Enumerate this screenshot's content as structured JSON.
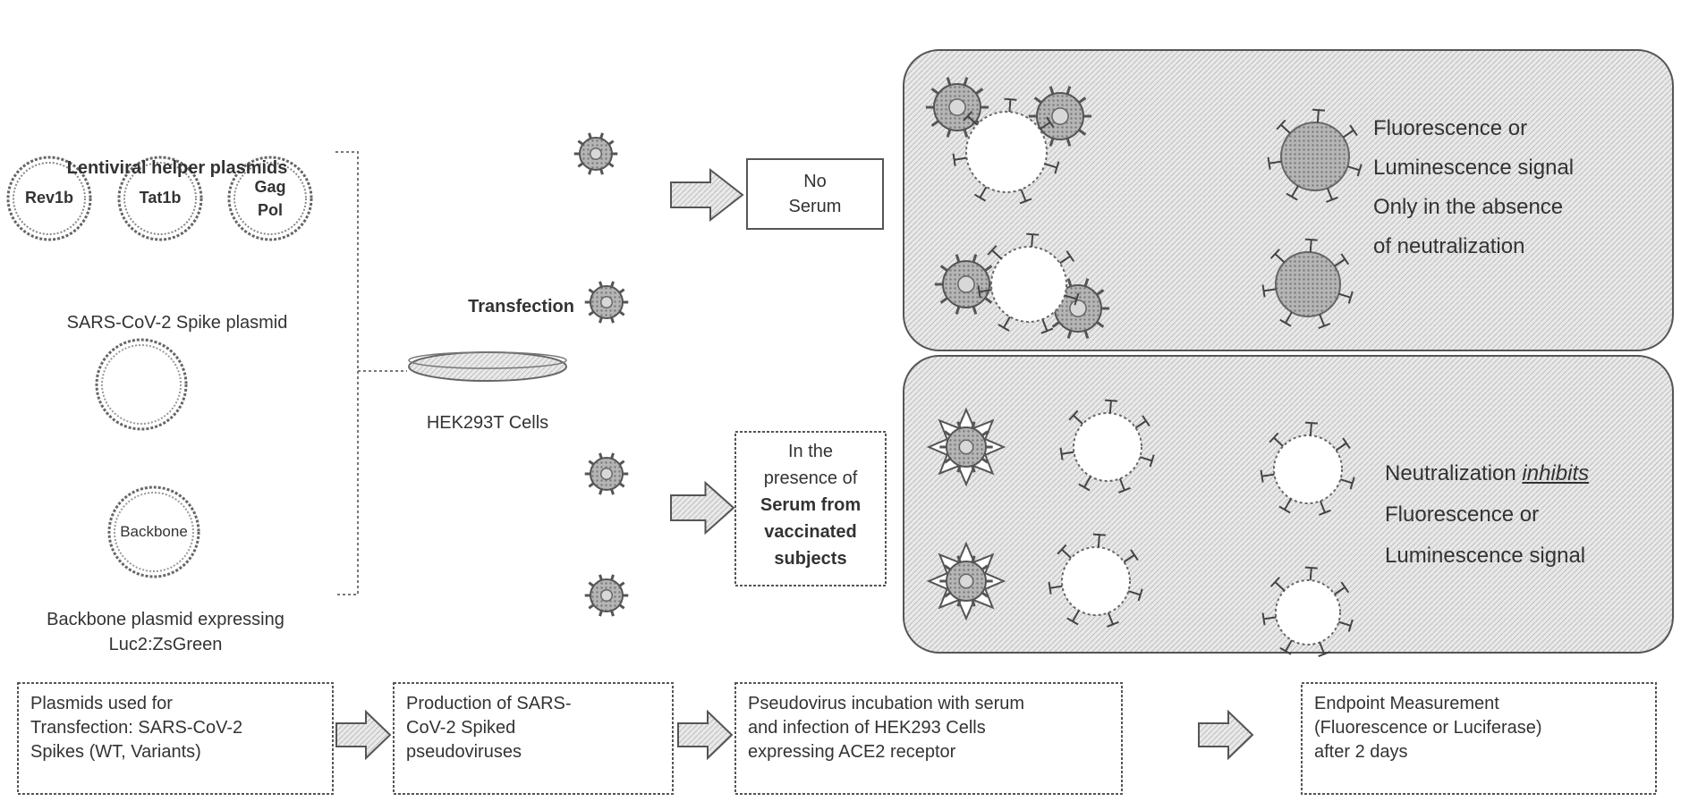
{
  "helper_plasmids": {
    "title": "Lentiviral helper plasmids",
    "items": [
      {
        "label": "Rev1b"
      },
      {
        "label": "Tat1b"
      },
      {
        "label": "Gag",
        "label2": "Pol"
      }
    ]
  },
  "spike_plasmid": {
    "title": "SARS-CoV-2 Spike plasmid"
  },
  "backbone_plasmid": {
    "inner_label": "Backbone",
    "title_line1": "Backbone plasmid expressing",
    "title_line2": "Luc2:ZsGreen"
  },
  "transfection": {
    "label": "Transfection",
    "cells_label": "HEK293T Cells"
  },
  "no_serum": {
    "line1": "No",
    "line2": "Serum"
  },
  "serum": {
    "line1": "In the",
    "line2": "presence of",
    "line3": "Serum from",
    "line4": "vaccinated",
    "line5": "subjects"
  },
  "results": {
    "top": {
      "line1": "Fluorescence or",
      "line2": "Luminescence signal",
      "line3": "Only in the absence",
      "line4": "of neutralization"
    },
    "bottom": {
      "line1_prefix": "Neutralization ",
      "line1_em": "inhibits",
      "line2": "Fluorescence or",
      "line3": "Luminescence signal"
    }
  },
  "steps": [
    {
      "line1": "Plasmids used for",
      "line2": "Transfection: SARS-CoV-2",
      "line3": "Spikes (WT, Variants)"
    },
    {
      "line1": "Production of SARS-",
      "line2": "CoV-2 Spiked",
      "line3": "pseudoviruses"
    },
    {
      "line1": "Pseudovirus incubation with serum",
      "line2": "and infection of HEK293 Cells",
      "line3": "expressing ACE2 receptor"
    },
    {
      "line1": "Endpoint Measurement",
      "line2": "(Fluorescence or Luciferase)",
      "line3": "after 2 days"
    }
  ],
  "colors": {
    "line": "#555555",
    "fill_dark": "#9a9a9a",
    "fill_light": "#d6d6d6",
    "hatch": "#cfcfcf"
  }
}
